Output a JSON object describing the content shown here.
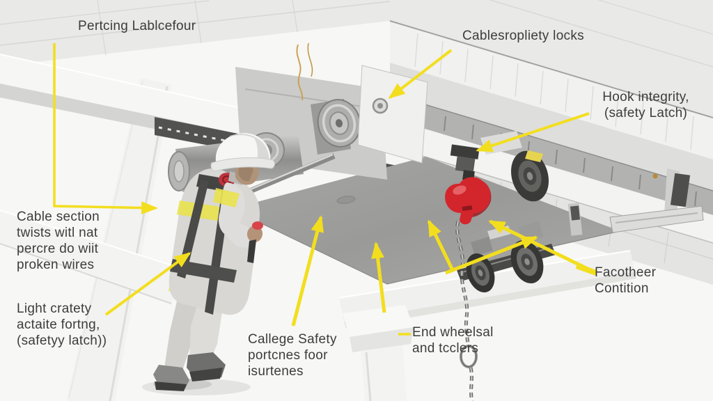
{
  "scene": {
    "background": "#f7f7f5",
    "annotation_color": "#f2de1e",
    "hoist_red": "#d2262c",
    "hi_vis_yellow": "#e9e24e",
    "steel_light": "#f1f1ef",
    "steel_mid": "#b2b2b0",
    "steel_dark": "#3a3a38",
    "underside_panel_gray": "#9c9c9a",
    "text_color": "#3c3c3c"
  },
  "callouts": [
    {
      "id": "top-left",
      "lines": [
        "Pertcing Lablcefour"
      ]
    },
    {
      "id": "rope-locks",
      "lines": [
        "Cablesropliety locks"
      ]
    },
    {
      "id": "hook-integrity",
      "lines": [
        "Hook integrity,",
        "(safety Latch)"
      ]
    },
    {
      "id": "cable-section",
      "lines": [
        "Cable section",
        "twists witl nat",
        "percre do wiit",
        "proken wires"
      ]
    },
    {
      "id": "light-cratety",
      "lines": [
        "Light cratety",
        "actaite fortng,",
        "(safetyy latch))"
      ]
    },
    {
      "id": "callege-safety",
      "lines": [
        "Callege Safety",
        "portcnes foor",
        "isurtenes"
      ]
    },
    {
      "id": "end-wheels",
      "lines": [
        "End wheelsal",
        "and tcclers"
      ]
    },
    {
      "id": "condition",
      "lines": [
        "Facotheer",
        "Contition"
      ]
    }
  ]
}
